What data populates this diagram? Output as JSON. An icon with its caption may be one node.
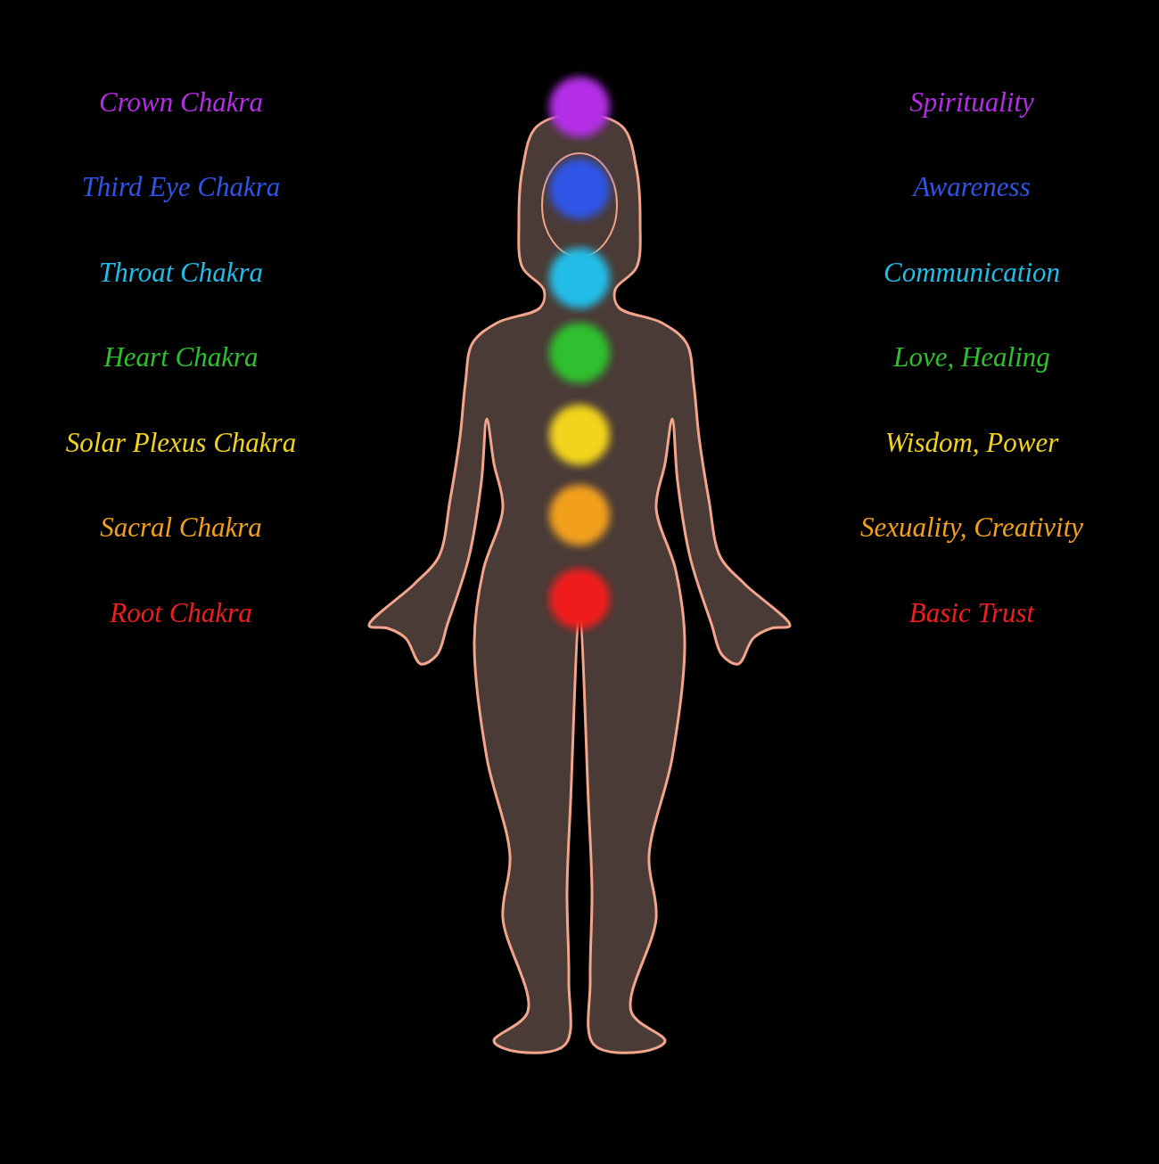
{
  "diagram": {
    "labels": [
      "Crown Chakra",
      "Spirituality",
      "Third Eye Chakra",
      "Awareness",
      "Throat Chakra",
      "Communication",
      "Heart Chakra",
      "Love, Healing",
      "Solar Plexus Chakra",
      "Wisdom, Power",
      "Sacral Chakra",
      "Sexuality, Creativity",
      "Root Chakra",
      "Basic Trust"
    ]
  }
}
